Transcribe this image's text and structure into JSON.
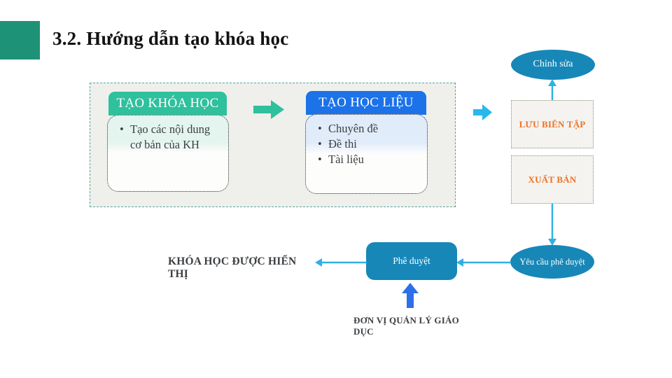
{
  "slide": {
    "title": "3.2. Hướng dẫn tạo khóa học"
  },
  "flow": {
    "edit_bubble": "Chỉnh sửa",
    "create_course": {
      "header": "TẠO KHÓA HỌC",
      "bullets": [
        "Tạo các nội dung cơ bản của KH"
      ]
    },
    "create_material": {
      "header": "TẠO HỌC LIỆU",
      "bullets": [
        "Chuyên đề",
        "Đề thi",
        "Tài liệu"
      ]
    },
    "save_edit_label": "LƯU BIÊN TẬP",
    "publish_label": "XUẤT BẢN",
    "request_approval": "Yêu cầu phê duyệt",
    "approve": "Phê duyệt",
    "course_displayed": "KHÓA HỌC ĐƯỢC HIỂN THỊ",
    "edu_unit": "ĐƠN VỊ QUẢN LÝ GIÁO DỤC"
  },
  "colors": {
    "corner_block_green": "#1e9277",
    "header_green": "#2fc09d",
    "header_blue": "#1c72e8",
    "teal_shape": "#1787b8",
    "cyan_block_arrow": "#29b8ec",
    "cyan_line_arrow": "#31b0e2",
    "royal_blue_arrow": "#2e6fe8",
    "orange_label": "#ed7225",
    "container_bg": "#efefec",
    "container_border_teal": "#55a79e"
  }
}
